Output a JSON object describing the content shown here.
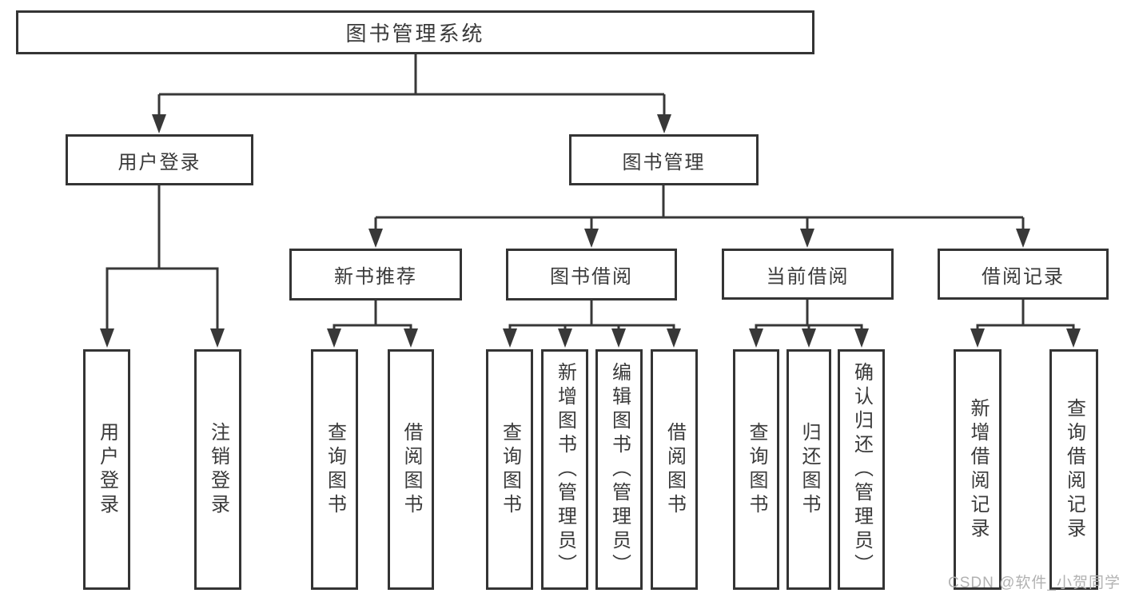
{
  "diagram": {
    "root": {
      "label": "图书管理系统"
    },
    "level1": [
      {
        "label": "用户登录",
        "children": [
          {
            "label": "用户登录"
          },
          {
            "label": "注销登录"
          }
        ]
      },
      {
        "label": "图书管理",
        "children": [
          {
            "label": "新书推荐",
            "children": [
              {
                "label": "查询图书"
              },
              {
                "label": "借阅图书"
              }
            ]
          },
          {
            "label": "图书借阅",
            "children": [
              {
                "label": "查询图书"
              },
              {
                "label": "新增图书（管理员）"
              },
              {
                "label": "编辑图书（管理员）"
              },
              {
                "label": "借阅图书"
              }
            ]
          },
          {
            "label": "当前借阅",
            "children": [
              {
                "label": "查询图书"
              },
              {
                "label": "归还图书"
              },
              {
                "label": "确认归还（管理员）"
              }
            ]
          },
          {
            "label": "借阅记录",
            "children": [
              {
                "label": "新增借阅记录"
              },
              {
                "label": "查询借阅记录"
              }
            ]
          }
        ]
      }
    ],
    "watermark": "CSDN @软件_小贺同学",
    "colors": {
      "line": "#383838",
      "box_border": "#343434",
      "text": "#3a3a3a",
      "background": "#ffffff",
      "watermark": "#b2b2b2"
    }
  }
}
